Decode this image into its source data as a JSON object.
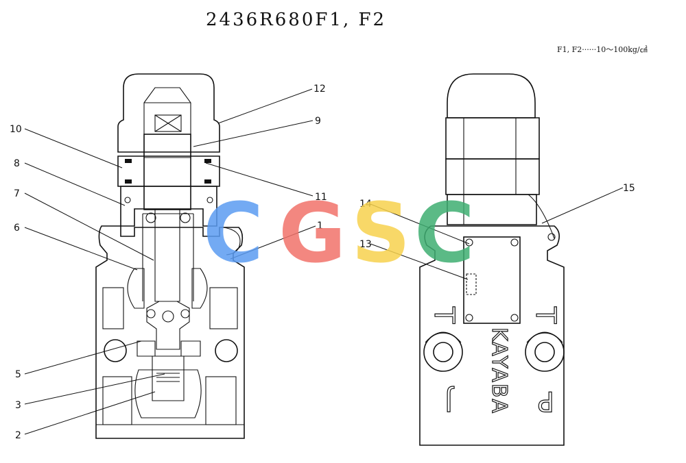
{
  "title": "2436R680F1, F2",
  "spec_note": "F1, F2······10～100kg/㎠",
  "callouts": [
    "12",
    "9",
    "10",
    "8",
    "7",
    "6",
    "11",
    "1",
    "14",
    "13",
    "15",
    "5",
    "3",
    "2"
  ],
  "body_markings": {
    "brand": "KAYABA",
    "port_left": "J",
    "port_right": "P",
    "mark_left": "T",
    "mark_right": "T"
  },
  "watermark": {
    "letters": [
      "C",
      "G",
      "S",
      "C"
    ],
    "colors": [
      "#5b9cf2",
      "#f2736b",
      "#f7d24e",
      "#3fae72"
    ]
  }
}
